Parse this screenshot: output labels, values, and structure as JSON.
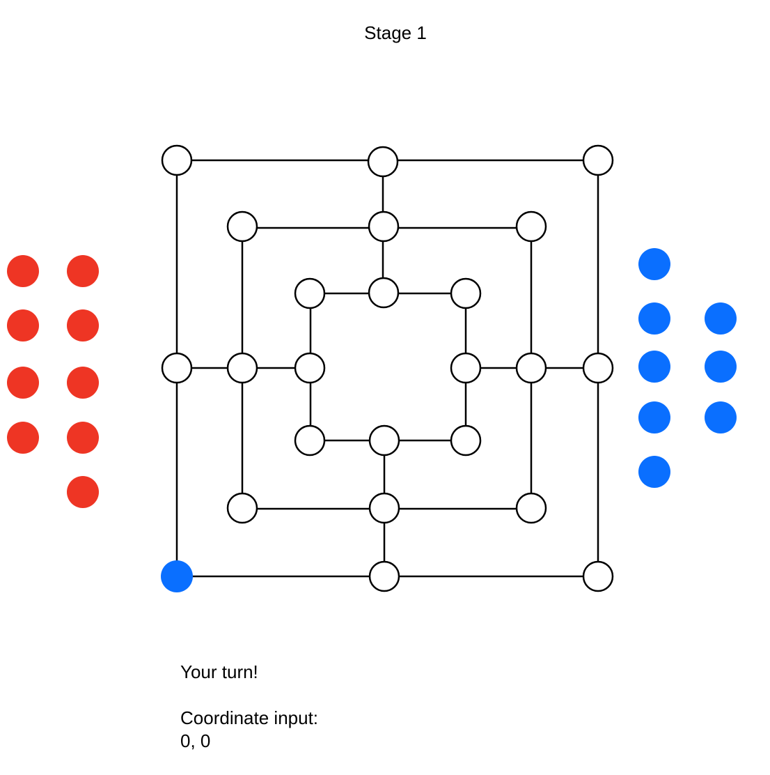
{
  "header": {
    "stage_label": "Stage 1"
  },
  "colors": {
    "red_player": "#ee3524",
    "blue_player": "#0a6fff",
    "line": "#000000",
    "empty_point": "#ffffff"
  },
  "board": {
    "occupied_points": [
      {
        "ring": "outer",
        "corner": "bottom-left",
        "color": "blue"
      }
    ]
  },
  "reserve": {
    "red_count": 9,
    "blue_count": 8
  },
  "status": {
    "turn_message": "Your turn!",
    "coordinate_label": "Coordinate input:",
    "coordinate_value": "0, 0"
  }
}
